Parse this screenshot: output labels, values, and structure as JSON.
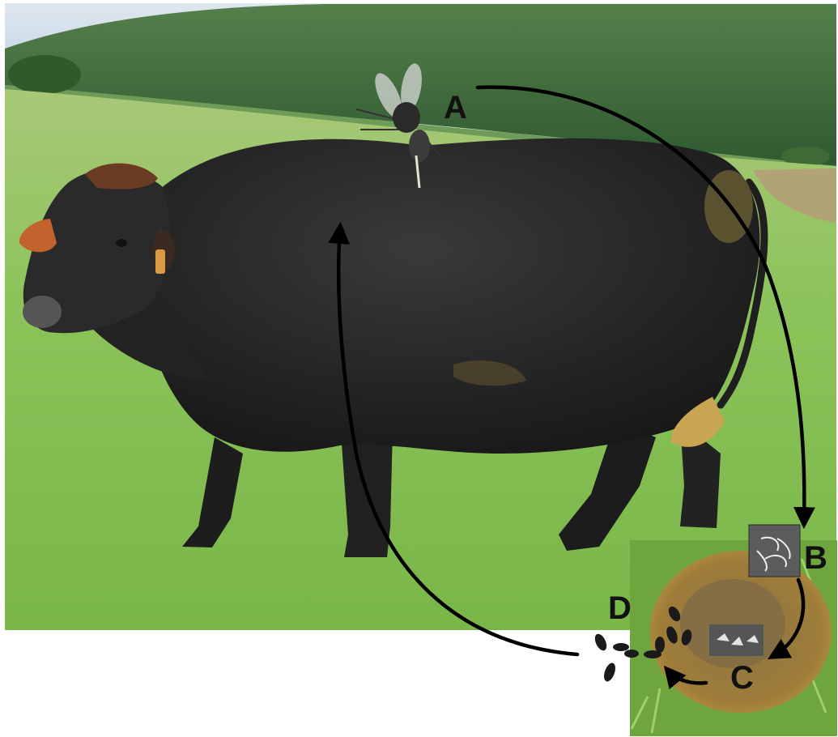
{
  "diagram": {
    "stages": [
      {
        "id": "A",
        "label": "A"
      },
      {
        "id": "B",
        "label": "B"
      },
      {
        "id": "C",
        "label": "C"
      },
      {
        "id": "D",
        "label": "D"
      }
    ],
    "cycle": [
      {
        "from": "A",
        "to": "B"
      },
      {
        "from": "B",
        "to": "C"
      },
      {
        "from": "C",
        "to": "D"
      },
      {
        "from": "D",
        "to": "A"
      }
    ]
  },
  "colors": {
    "sky": "#c9d7e6",
    "mountain": "#3f6e3c",
    "grass": "#8cc35a",
    "cattle": "#262626",
    "dung": "#9a7a3c",
    "arrow": "#000000",
    "background": "#ffffff"
  },
  "icons": {
    "animal": "cow-photo",
    "adult": "fly-icon",
    "eggs": "eggs-inset",
    "larvae": "larvae-inset",
    "pupae": "pupae-icon"
  }
}
